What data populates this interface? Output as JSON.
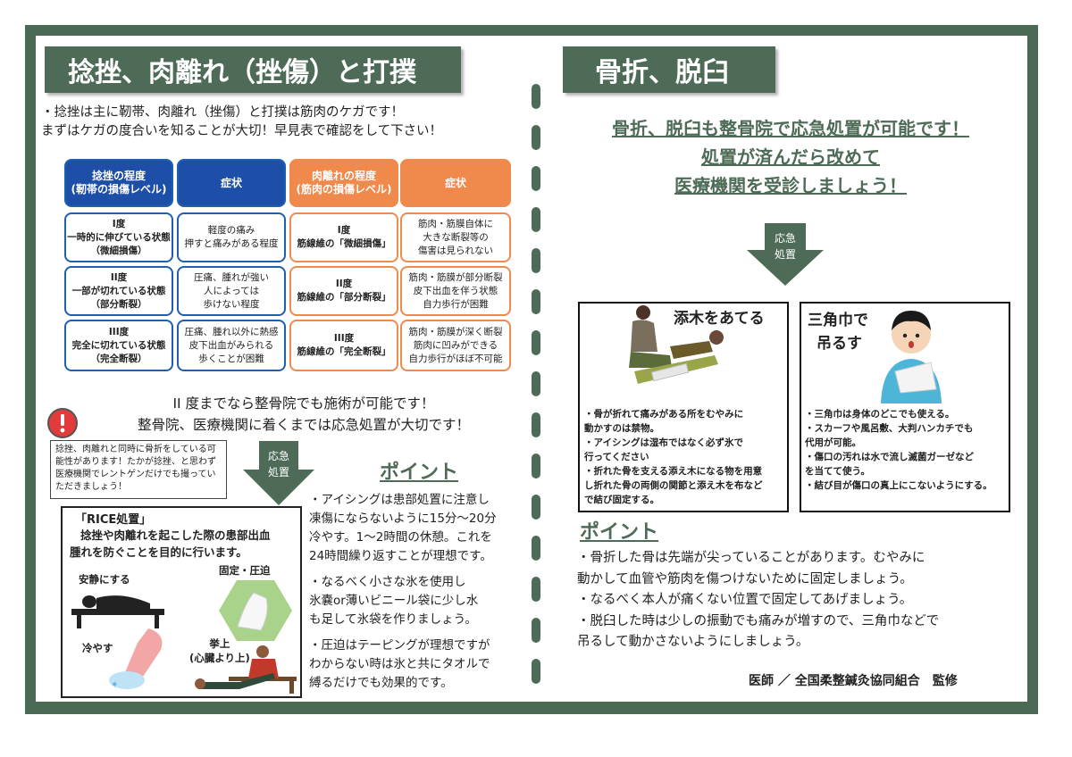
{
  "left": {
    "title": "捻挫、肉離れ（挫傷）と打撲",
    "intro": [
      "・捻挫は主に靭帯、肉離れ（挫傷）と打撲は筋肉のケガです！",
      "まずはケガの度合いを知ることが大切！早見表で確認をして下さい！"
    ],
    "table": {
      "headers": [
        "捻挫の程度\n(靭帯の損傷レベル)",
        "症状",
        "肉離れの程度\n(筋肉の損傷レベル)",
        "症状"
      ],
      "rows": [
        [
          "I度\n一時的に伸びている状態\n（微細損傷）",
          "軽度の痛み\n押すと痛みがある程度",
          "I度\n筋線維の「微細損傷」",
          "筋肉・筋膜自体に\n大きな断裂等の\n傷害は見られない"
        ],
        [
          "II度\n一部が切れている状態\n（部分断裂）",
          "圧痛、腫れが強い\n人によっては\n歩けない程度",
          "II度\n筋線維の「部分断裂」",
          "筋肉・筋膜が部分断裂\n皮下出血を伴う状態\n自力歩行が困難"
        ],
        [
          "III度\n完全に切れている状態\n（完全断裂）",
          "圧痛、腫れ以外に熱感\n皮下出血がみられる\n歩くことが困難",
          "III度\n筋線維の「完全断裂」",
          "筋肉・筋膜が深く断裂\n筋肉に凹みができる\n自力歩行がほぼ不可能"
        ]
      ]
    },
    "notice": [
      "II 度までなら整骨院でも施術が可能です！",
      "整骨院、医療機関に着くまでは応急処置が大切です！"
    ],
    "warning": "捻挫、肉離れと同時に骨折をしている可能性があります！たかが捻挫、と思わず医療機関でレントゲンだけでも撮っていただきましょう！",
    "arrow_label": [
      "応急",
      "処置"
    ],
    "rice_title": "「RICE処置」",
    "rice_desc": [
      "捻挫や肉離れを起こした際の患部出血",
      "腫れを防ぐことを目的に行います。"
    ],
    "rice_labels": {
      "rest": "安静にする",
      "compress": "固定・圧迫",
      "ice": "冷やす",
      "elevate": "挙上\n(心臓より上)"
    },
    "point_title": "ポイント",
    "points": [
      [
        "・アイシングは患部処置に注意し",
        "凍傷にならないように15分〜20分",
        "冷やす。1〜2時間の休憩。これを",
        "24時間繰り返すことが理想です。"
      ],
      [
        "・なるべく小さな氷を使用し",
        "氷嚢or薄いビニール袋に少し水",
        "も足して氷袋を作りましょう。"
      ],
      [
        "・圧迫はテーピングが理想ですが",
        "わからない時は氷と共にタオルで",
        "縛るだけでも効果的です。"
      ]
    ]
  },
  "right": {
    "title": "骨折、脱臼",
    "heading": [
      "骨折、脱臼も整骨院で応急処置が可能です！",
      "処置が済んだら改めて",
      "医療機関を受診しましょう！"
    ],
    "arrow_label": [
      "応急",
      "処置"
    ],
    "card1": {
      "title": "添木をあてる",
      "lines": [
        "・骨が折れて痛みがある所をむやみに",
        "動かすのは禁物。",
        "・アイシングは湿布ではなく必ず氷で",
        "行ってください",
        "・折れた骨を支える添え木になる物を用意",
        "し折れた骨の両側の関節と添え木を布など",
        "で結び固定する。"
      ]
    },
    "card2": {
      "title": [
        "三角巾で",
        "吊るす"
      ],
      "lines": [
        "・三角巾は身体のどこでも使える。",
        "・スカーフや風呂敷、大判ハンカチでも",
        "代用が可能。",
        "・傷口の汚れは水で流し滅菌ガーゼなど",
        "を当てて使う。",
        "・結び目が傷口の真上にこないようにする。"
      ]
    },
    "point_title": "ポイント",
    "points": [
      "・骨折した骨は先端が尖っていることがあります。むやみに",
      "動かして血管や筋肉を傷つけないために固定しましょう。",
      "・なるべく本人が痛くない位置で固定してあげましょう。",
      "・脱臼した時は少しの振動でも痛みが増すので、三角巾などで",
      "吊るして動かさないようにしましょう。"
    ],
    "footer": "医師 ／ 全国柔整鍼灸協同組合　監修"
  },
  "colors": {
    "frame": "#4b6a55",
    "blue": "#1e4fa8",
    "orange": "#f0894c"
  }
}
